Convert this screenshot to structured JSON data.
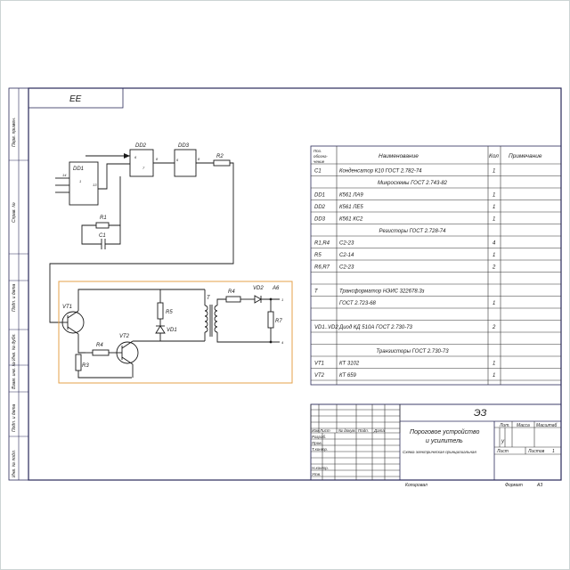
{
  "drawing_code": "ЕЕ",
  "side_labels": [
    "Перв. примен.",
    "Справ. №",
    "Подп. и дата",
    "Инв. № дубл.",
    "Взам. инв. №",
    "Подп. и дата",
    "Инв. № подл."
  ],
  "schematic": {
    "components": {
      "dd1": "DD1",
      "dd2": "DD2",
      "dd3": "DD3",
      "r1": "R1",
      "r2": "R2",
      "r3": "R3",
      "r4_left": "R4",
      "r4_right": "R4",
      "r5": "R5",
      "r7": "R7",
      "c1": "C1",
      "vt1": "VT1",
      "vt2": "VT2",
      "vd1": "VD1",
      "vd2": "VD2",
      "t": "T",
      "a6": "A6"
    },
    "pins": {
      "dd1_a": "14",
      "dd1_b": "13",
      "dd1_c": "1",
      "dd2_a": "6",
      "dd2_b": "8",
      "dd2_c": "7",
      "dd3_a": "6",
      "dd3_b": "8",
      "a6_1": "1",
      "a6_2": "4"
    }
  },
  "parts_list": {
    "headers": {
      "pos": "Поз. обозна-чение",
      "name": "Наименование",
      "qty": "Кол",
      "note": "Примечание"
    },
    "rows": [
      {
        "pos": "C1",
        "name": "Конденсатор К10 ГОСТ 2.782-74",
        "qty": "1"
      },
      {
        "pos": "",
        "name": "Микросхемы ГОСТ 2.743-82",
        "qty": "",
        "center": true
      },
      {
        "pos": "DD1",
        "name": "К561 ЛА9",
        "qty": "1"
      },
      {
        "pos": "DD2",
        "name": "К561 ЛЕ5",
        "qty": "1"
      },
      {
        "pos": "DD3",
        "name": "К561 КС2",
        "qty": "1"
      },
      {
        "pos": "",
        "name": "Резисторы ГОСТ 2.728-74",
        "qty": "",
        "center": true
      },
      {
        "pos": "R1,R4",
        "name": "С2-23",
        "qty": "4"
      },
      {
        "pos": "R5",
        "name": "С2-14",
        "qty": "1"
      },
      {
        "pos": "R6,R7",
        "name": "С2-23",
        "qty": "2"
      },
      {
        "pos": "",
        "name": "",
        "qty": ""
      },
      {
        "pos": "T",
        "name": "Трансформатор НЭИС 322678.3з",
        "qty": ""
      },
      {
        "pos": "",
        "name": "ГОСТ 2.723-68",
        "qty": "1"
      },
      {
        "pos": "",
        "name": "",
        "qty": ""
      },
      {
        "pos": "VD1..VD2",
        "name": "Диод КД 510А ГОСТ 2.730-73",
        "qty": "2"
      },
      {
        "pos": "",
        "name": "",
        "qty": ""
      },
      {
        "pos": "",
        "name": "Транзисторы ГОСТ 2.730-73",
        "qty": "",
        "center": true
      },
      {
        "pos": "VT1",
        "name": "КТ 3102",
        "qty": "1"
      },
      {
        "pos": "VT2",
        "name": "КТ 659",
        "qty": "1"
      }
    ]
  },
  "title_block": {
    "designation": "ЭЗ",
    "title_line1": "Пороговое устройство",
    "title_line2": "и усилитель",
    "doc_type": "Схема электрическая принципиальная",
    "col_headers": [
      "Изм",
      "Лист",
      "№ докум.",
      "Подп.",
      "Дата"
    ],
    "roles": [
      "Разраб.",
      "Пров.",
      "Т.контр.",
      "",
      "Н.контр.",
      "Утв."
    ],
    "lit_label": "Лит.",
    "mass_label": "Масса",
    "scale_label": "Масштаб",
    "lit_value": "у",
    "sheet_label": "Лист",
    "sheets_label": "Листов",
    "sheets_value": "1",
    "copied_label": "Копировал",
    "format_label": "Формат",
    "format_value": "А3"
  }
}
